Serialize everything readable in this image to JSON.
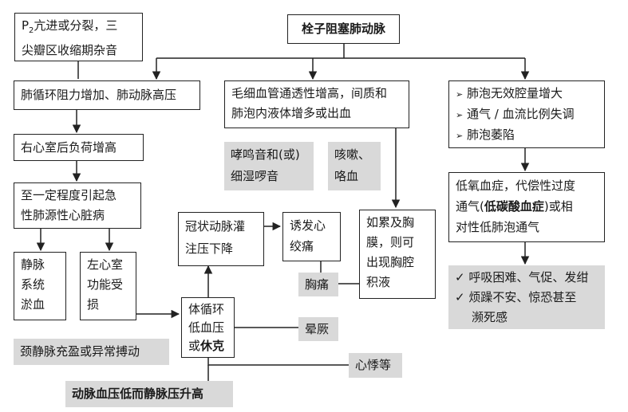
{
  "root": {
    "label": "栓子阻塞肺动脉"
  },
  "p2_box": {
    "p": "P",
    "sub": "2",
    "line1": "亢进或分裂，三",
    "line2": "尖瓣区收缩期杂音"
  },
  "left_branch": {
    "pvr": "肺循环阻力增加、肺动脉高压",
    "rv_load": "右心室后负荷增高",
    "acute_cor_line1": "至一定程度引起急",
    "acute_cor_line2": "性肺源性心脏病",
    "venous_line1": "静脉",
    "venous_line2": "系统",
    "venous_line3": "淤血",
    "lv_line1": "左心室",
    "lv_line2": "功能受",
    "lv_line3": "损",
    "jugular": "颈静脉充盈或异常搏动",
    "bp_gray": "动脉血压低而静脉压升高"
  },
  "middle_branch": {
    "capillary_line1": "毛细血管通透性增高，间质和",
    "capillary_line2": "肺泡内液体增多或出血",
    "wheeze_line1": "哮鸣音和(或)",
    "wheeze_line2": "细湿啰音",
    "cough_line1": "咳嗽、",
    "cough_line2": "咯血",
    "pleura_line1": "如累及胸",
    "pleura_line2": "膜，则可",
    "pleura_line3": "出现胸腔",
    "pleura_line4": "积液",
    "coronary_line1": "冠状动脉灌",
    "coronary_line2": "注压下降",
    "angina_line1": "诱发心",
    "angina_line2": "绞痛",
    "chest_pain": "胸痛",
    "systemic_line1": "体循环",
    "systemic_line2": "低血压",
    "systemic_line3_a": "或",
    "systemic_line3_b": "休克",
    "syncope": "晕厥",
    "palpitation": "心悸等"
  },
  "right_branch": {
    "items": [
      "肺泡无效腔量增大",
      "通气 / 血流比例失调",
      "肺泡萎陷"
    ],
    "hypoxemia_line1": "低氧血症，代偿性过度",
    "hypoxemia_line2_a": "通气(",
    "hypoxemia_line2_b": "低碳酸血症",
    "hypoxemia_line2_c": ")或相",
    "hypoxemia_line3": "对性低肺泡通气",
    "symptoms": [
      "呼吸困难、气促、发绀",
      "烦躁不安、惊恐甚至"
    ],
    "symptoms_cont": "濒死感"
  }
}
